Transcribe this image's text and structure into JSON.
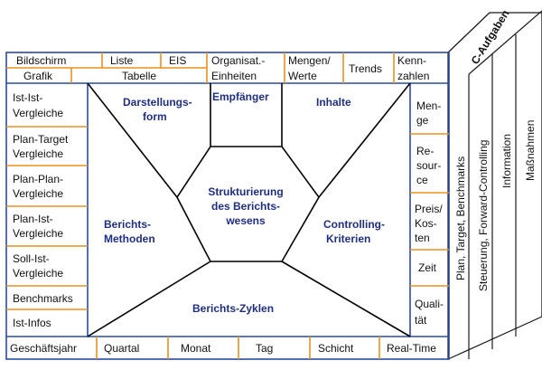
{
  "top_row": {
    "left_top": [
      "Bildschirm",
      "Liste",
      "EIS"
    ],
    "left_bottom": [
      "Grafik",
      "Tabelle"
    ],
    "mid": [
      [
        "Organisat.-",
        "Einheiten"
      ],
      [
        "Mengen/",
        "Werte"
      ],
      [
        "Trends"
      ],
      [
        "Kenn-",
        "zahlen"
      ]
    ]
  },
  "left_column": [
    [
      "Ist-Ist-",
      "Vergleiche"
    ],
    [
      "Plan-Target",
      "Vergleiche"
    ],
    [
      "Plan-Plan-",
      "Vergleiche"
    ],
    [
      "Plan-Ist-",
      "Vergleiche"
    ],
    [
      "Soll-Ist-",
      "Vergleiche"
    ],
    [
      "Benchmarks"
    ],
    [
      "Ist-Infos"
    ]
  ],
  "right_column": [
    [
      "Men-",
      "ge"
    ],
    [
      "Re-",
      "sour-",
      "ce"
    ],
    [
      "Preis/",
      "Kos-",
      "ten"
    ],
    [
      "Zeit"
    ],
    [
      "Quali-",
      "tät"
    ]
  ],
  "bottom_row": [
    "Geschäftsjahr",
    "Quartal",
    "Monat",
    "Tag",
    "Schicht",
    "Real-Time"
  ],
  "regions": {
    "darstellung": [
      "Darstellungs-",
      "form"
    ],
    "empfaenger": "Empfänger",
    "inhalte": "Inhalte",
    "center": [
      "Strukturierung",
      "des Berichts-",
      "wesens"
    ],
    "methoden": [
      "Berichts-",
      "Methoden"
    ],
    "kriterien": [
      "Controlling-",
      "Kriterien"
    ],
    "zyklen": "Berichts-Zyklen"
  },
  "side_panel": {
    "header": "C-Aufgaben",
    "columns": [
      "Plan, Target, Benchmarks",
      "Steuerung, Forward-Controlling",
      "Information",
      "Maßnahmen"
    ]
  },
  "colors": {
    "border": "#2a4aa0",
    "separator": "#e8901e",
    "region_text": "#1f2f80",
    "side_line": "#1a1a1a"
  }
}
